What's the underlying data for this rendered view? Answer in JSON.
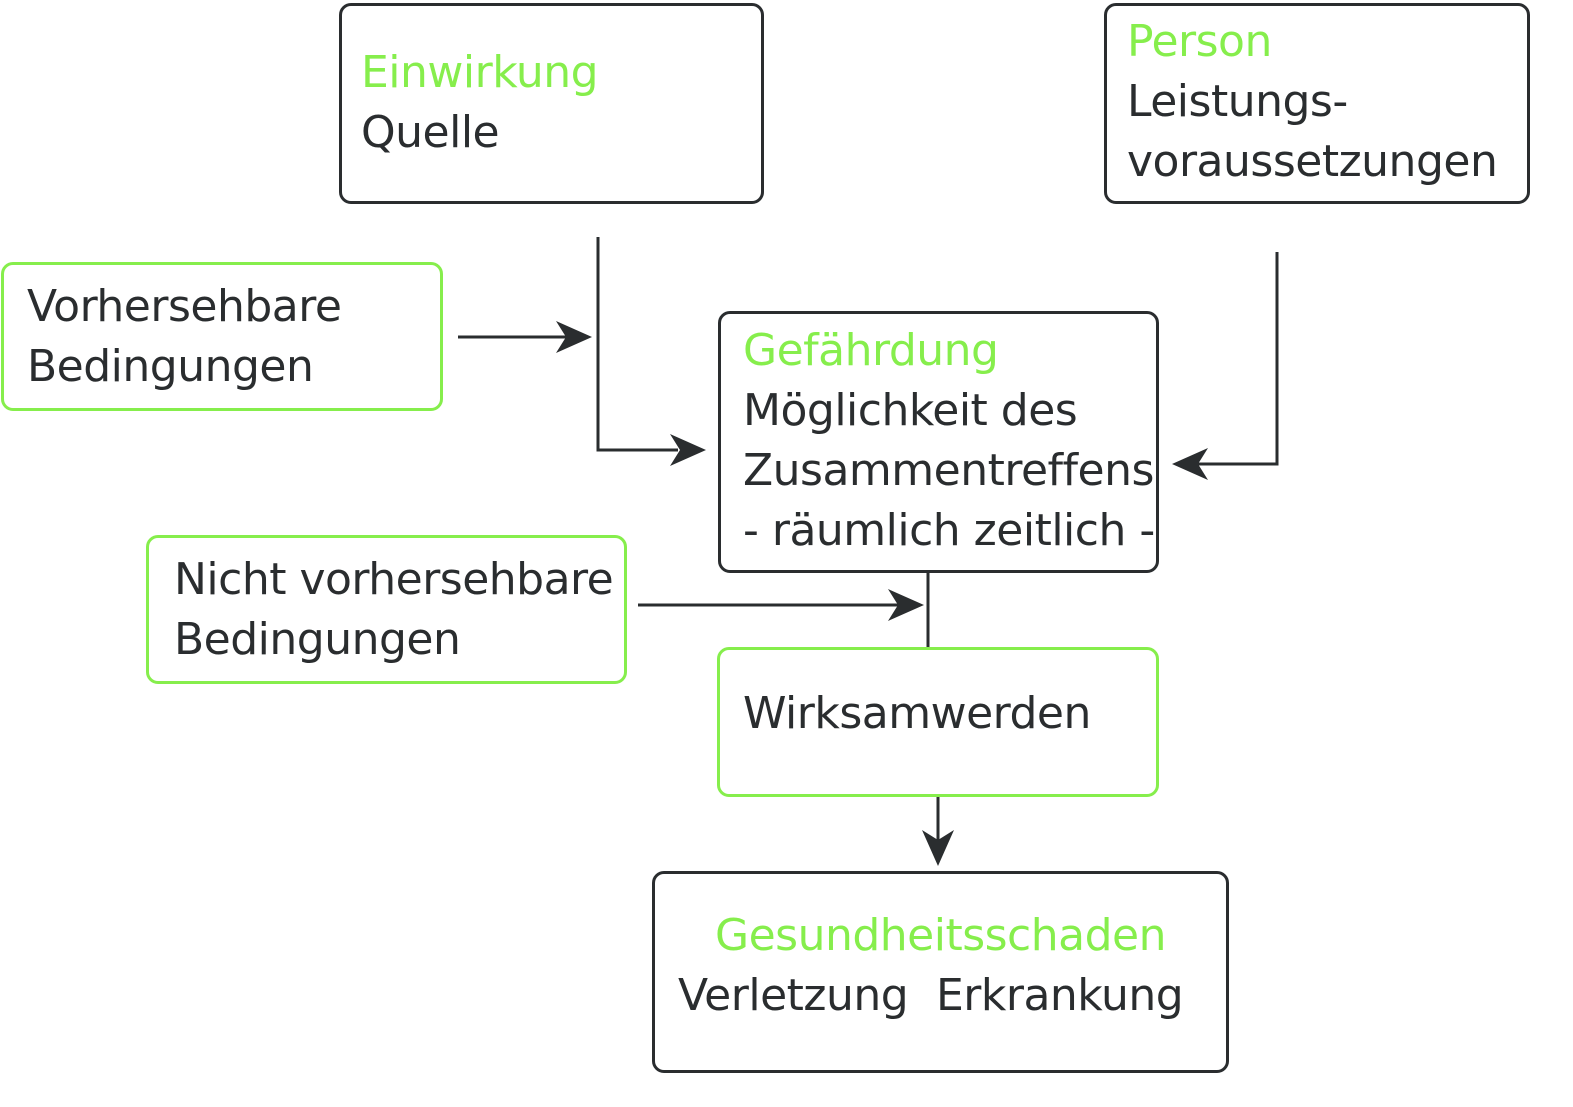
{
  "colors": {
    "accent_green": "#86ee4c",
    "dark": "#2a2d2f",
    "background": "#ffffff"
  },
  "nodes": {
    "einwirkung": {
      "title": "Einwirkung",
      "line1": "Quelle"
    },
    "person": {
      "title": "Person",
      "line1": "Leistungs-",
      "line2": "voraussetzungen"
    },
    "vorhersehbare": {
      "line1": "Vorhersehbare",
      "line2": "Bedingungen"
    },
    "gefaehrdung": {
      "title": "Gefährdung",
      "line1": "Möglichkeit des",
      "line2": "Zusammentreffens",
      "line3": "- räumlich zeitlich -"
    },
    "nicht_vorhersehbare": {
      "line1": "Nicht vorhersehbare",
      "line2": "Bedingungen"
    },
    "wirksamwerden": {
      "line1": "Wirksamwerden"
    },
    "gesundheitsschaden": {
      "title": "Gesundheitsschaden",
      "line1a": "Verletzung",
      "line1b": "Erkrankung"
    }
  },
  "edges": [
    {
      "from": "einwirkung",
      "to": "gefaehrdung"
    },
    {
      "from": "vorhersehbare",
      "to": "einwirkung-gefaehrdung-link"
    },
    {
      "from": "person",
      "to": "gefaehrdung"
    },
    {
      "from": "gefaehrdung",
      "to": "wirksamwerden"
    },
    {
      "from": "nicht_vorhersehbare",
      "to": "gefaehrdung-wirksamwerden-link"
    },
    {
      "from": "wirksamwerden",
      "to": "gesundheitsschaden"
    }
  ]
}
